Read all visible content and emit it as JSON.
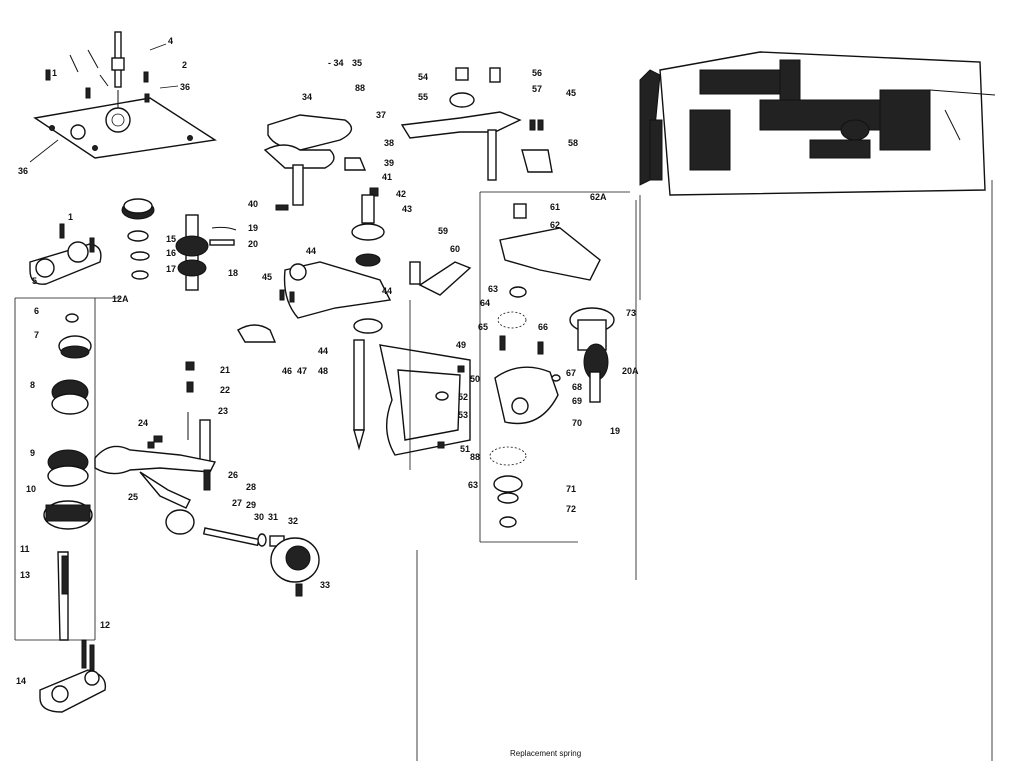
{
  "diagram": {
    "footer_caption": "Replacement spring",
    "callouts": [
      {
        "id": "c1",
        "text": "1"
      },
      {
        "id": "c2",
        "text": "2"
      },
      {
        "id": "c4",
        "text": "4"
      },
      {
        "id": "c36a",
        "text": "36"
      },
      {
        "id": "c34a",
        "text": "34"
      },
      {
        "id": "c34b",
        "text": "- 34"
      },
      {
        "id": "c35",
        "text": "35"
      },
      {
        "id": "c88a",
        "text": "88"
      },
      {
        "id": "c37",
        "text": "37"
      },
      {
        "id": "c38",
        "text": "38"
      },
      {
        "id": "c39",
        "text": "39"
      },
      {
        "id": "c40",
        "text": "40"
      },
      {
        "id": "c41",
        "text": "41"
      },
      {
        "id": "c42",
        "text": "42"
      },
      {
        "id": "c43",
        "text": "43"
      },
      {
        "id": "c44a",
        "text": "44"
      },
      {
        "id": "c44b",
        "text": "44"
      },
      {
        "id": "c44c",
        "text": "44"
      },
      {
        "id": "c45",
        "text": "45"
      },
      {
        "id": "c46",
        "text": "46"
      },
      {
        "id": "c47",
        "text": "47"
      },
      {
        "id": "c48",
        "text": "48"
      },
      {
        "id": "c54",
        "text": "54"
      },
      {
        "id": "c55",
        "text": "55"
      },
      {
        "id": "c56",
        "text": "56"
      },
      {
        "id": "c57",
        "text": "57"
      },
      {
        "id": "c45b",
        "text": "45"
      },
      {
        "id": "c58",
        "text": "58"
      },
      {
        "id": "c59",
        "text": "59"
      },
      {
        "id": "c60",
        "text": "60"
      },
      {
        "id": "c61",
        "text": "61"
      },
      {
        "id": "c62",
        "text": "62"
      },
      {
        "id": "c62A",
        "text": "62A"
      },
      {
        "id": "c63a",
        "text": "63"
      },
      {
        "id": "c64",
        "text": "64"
      },
      {
        "id": "c65",
        "text": "65"
      },
      {
        "id": "c66",
        "text": "66"
      },
      {
        "id": "c67",
        "text": "67"
      },
      {
        "id": "c68",
        "text": "68"
      },
      {
        "id": "c69",
        "text": "69"
      },
      {
        "id": "c70",
        "text": "70"
      },
      {
        "id": "c71",
        "text": "71"
      },
      {
        "id": "c72",
        "text": "72"
      },
      {
        "id": "c73",
        "text": "73"
      },
      {
        "id": "c20A",
        "text": "20A"
      },
      {
        "id": "c19b",
        "text": "19"
      },
      {
        "id": "c49",
        "text": "49"
      },
      {
        "id": "c50",
        "text": "50"
      },
      {
        "id": "c51",
        "text": "51"
      },
      {
        "id": "c52",
        "text": "52"
      },
      {
        "id": "c53",
        "text": "53"
      },
      {
        "id": "c63b",
        "text": "63"
      },
      {
        "id": "c88b",
        "text": "88"
      },
      {
        "id": "c1b",
        "text": "1"
      },
      {
        "id": "c5",
        "text": "5"
      },
      {
        "id": "c12A",
        "text": "12A"
      },
      {
        "id": "c6",
        "text": "6"
      },
      {
        "id": "c7",
        "text": "7"
      },
      {
        "id": "c8",
        "text": "8"
      },
      {
        "id": "c9",
        "text": "9"
      },
      {
        "id": "c10",
        "text": "10"
      },
      {
        "id": "c11",
        "text": "11"
      },
      {
        "id": "c12",
        "text": "12"
      },
      {
        "id": "c13",
        "text": "13"
      },
      {
        "id": "c14",
        "text": "14"
      },
      {
        "id": "c36b",
        "text": "36"
      },
      {
        "id": "c15",
        "text": "15"
      },
      {
        "id": "c16",
        "text": "16"
      },
      {
        "id": "c17",
        "text": "17"
      },
      {
        "id": "c18",
        "text": "18"
      },
      {
        "id": "c19a",
        "text": "19"
      },
      {
        "id": "c20",
        "text": "20"
      },
      {
        "id": "c21",
        "text": "21"
      },
      {
        "id": "c22",
        "text": "22"
      },
      {
        "id": "c23",
        "text": "23"
      },
      {
        "id": "c24",
        "text": "24"
      },
      {
        "id": "c25",
        "text": "25"
      },
      {
        "id": "c26",
        "text": "26"
      },
      {
        "id": "c27",
        "text": "27"
      },
      {
        "id": "c28",
        "text": "28"
      },
      {
        "id": "c29",
        "text": "29"
      },
      {
        "id": "c30",
        "text": "30"
      },
      {
        "id": "c31",
        "text": "31"
      },
      {
        "id": "c32",
        "text": "32"
      },
      {
        "id": "c33",
        "text": "33"
      }
    ]
  }
}
